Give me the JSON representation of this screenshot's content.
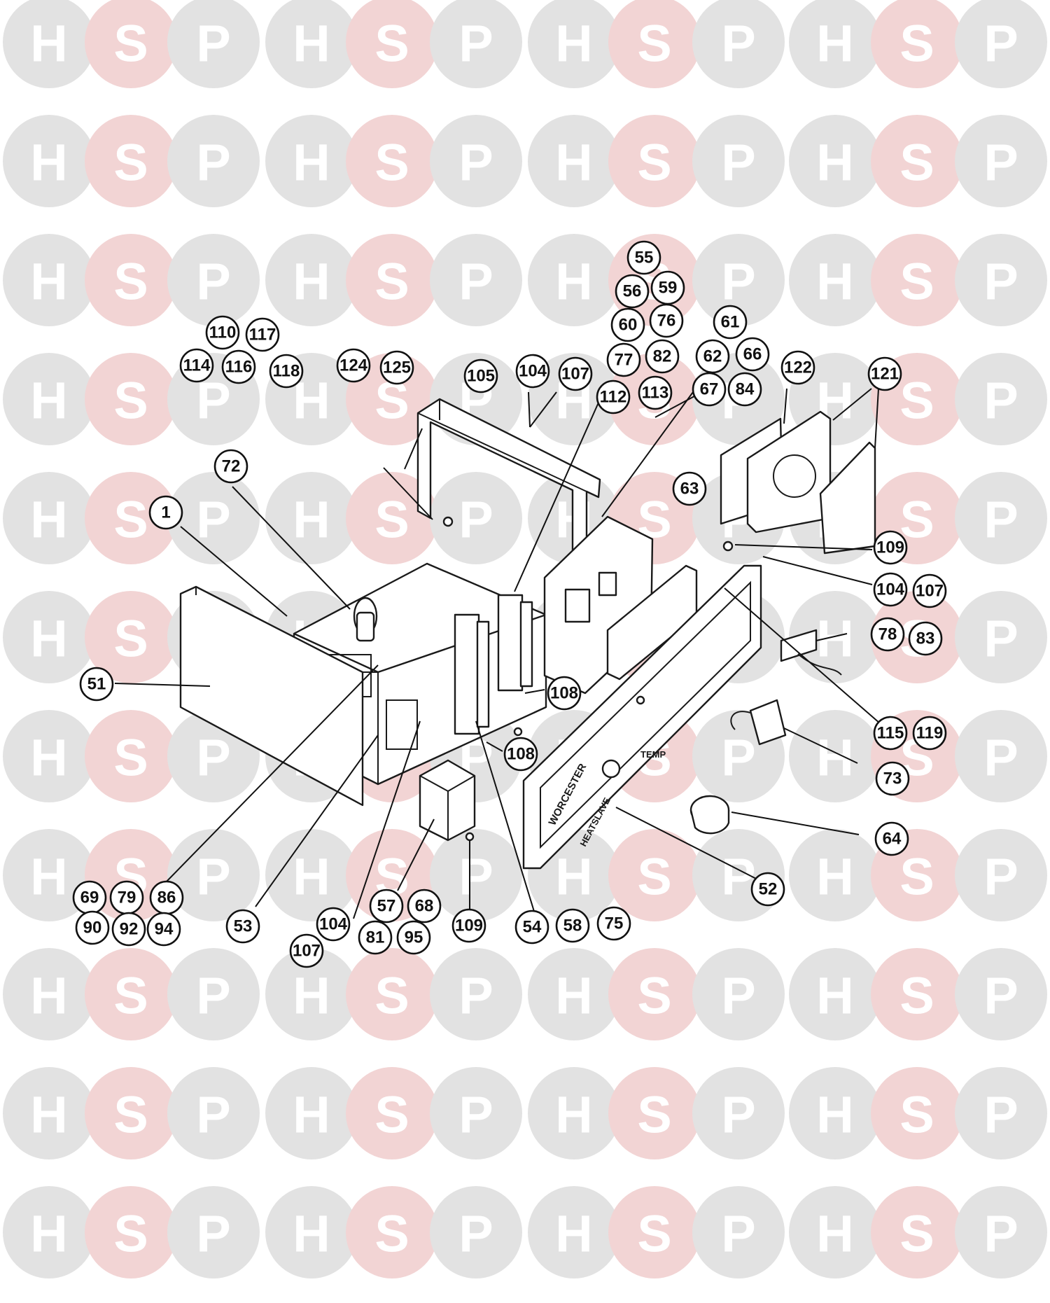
{
  "watermark": {
    "letters": [
      "H",
      "S",
      "P"
    ],
    "grey": "#e2e2e2",
    "pink": "#f2d4d4"
  },
  "panel_marking": {
    "brand": "WORCESTER",
    "model": "HEATSLAVE",
    "knob": "TEMP"
  },
  "callouts": [
    {
      "id": "c55",
      "label": "55"
    },
    {
      "id": "c56",
      "label": "56"
    },
    {
      "id": "c59",
      "label": "59"
    },
    {
      "id": "c60",
      "label": "60"
    },
    {
      "id": "c76",
      "label": "76"
    },
    {
      "id": "c77",
      "label": "77"
    },
    {
      "id": "c82",
      "label": "82"
    },
    {
      "id": "c112",
      "label": "112"
    },
    {
      "id": "c113",
      "label": "113"
    },
    {
      "id": "c61",
      "label": "61"
    },
    {
      "id": "c62",
      "label": "62"
    },
    {
      "id": "c66",
      "label": "66"
    },
    {
      "id": "c67",
      "label": "67"
    },
    {
      "id": "c84",
      "label": "84"
    },
    {
      "id": "c122",
      "label": "122"
    },
    {
      "id": "c121",
      "label": "121"
    },
    {
      "id": "c110",
      "label": "110"
    },
    {
      "id": "c117",
      "label": "117"
    },
    {
      "id": "c114",
      "label": "114"
    },
    {
      "id": "c116",
      "label": "116"
    },
    {
      "id": "c118",
      "label": "118"
    },
    {
      "id": "c124",
      "label": "124"
    },
    {
      "id": "c125",
      "label": "125"
    },
    {
      "id": "c105",
      "label": "105"
    },
    {
      "id": "c104a",
      "label": "104"
    },
    {
      "id": "c107a",
      "label": "107"
    },
    {
      "id": "c72",
      "label": "72"
    },
    {
      "id": "c1",
      "label": "1"
    },
    {
      "id": "c63",
      "label": "63"
    },
    {
      "id": "c109a",
      "label": "109"
    },
    {
      "id": "c104b",
      "label": "104"
    },
    {
      "id": "c107b",
      "label": "107"
    },
    {
      "id": "c78",
      "label": "78"
    },
    {
      "id": "c83",
      "label": "83"
    },
    {
      "id": "c51",
      "label": "51"
    },
    {
      "id": "c108a",
      "label": "108"
    },
    {
      "id": "c115",
      "label": "115"
    },
    {
      "id": "c119",
      "label": "119"
    },
    {
      "id": "c108b",
      "label": "108"
    },
    {
      "id": "c73",
      "label": "73"
    },
    {
      "id": "c64",
      "label": "64"
    },
    {
      "id": "c52",
      "label": "52"
    },
    {
      "id": "c69",
      "label": "69"
    },
    {
      "id": "c79",
      "label": "79"
    },
    {
      "id": "c86",
      "label": "86"
    },
    {
      "id": "c90",
      "label": "90"
    },
    {
      "id": "c92",
      "label": "92"
    },
    {
      "id": "c94",
      "label": "94"
    },
    {
      "id": "c57",
      "label": "57"
    },
    {
      "id": "c68",
      "label": "68"
    },
    {
      "id": "c53",
      "label": "53"
    },
    {
      "id": "c104c",
      "label": "104"
    },
    {
      "id": "c109b",
      "label": "109"
    },
    {
      "id": "c54",
      "label": "54"
    },
    {
      "id": "c58",
      "label": "58"
    },
    {
      "id": "c75",
      "label": "75"
    },
    {
      "id": "c81",
      "label": "81"
    },
    {
      "id": "c95",
      "label": "95"
    },
    {
      "id": "c107c",
      "label": "107"
    }
  ]
}
